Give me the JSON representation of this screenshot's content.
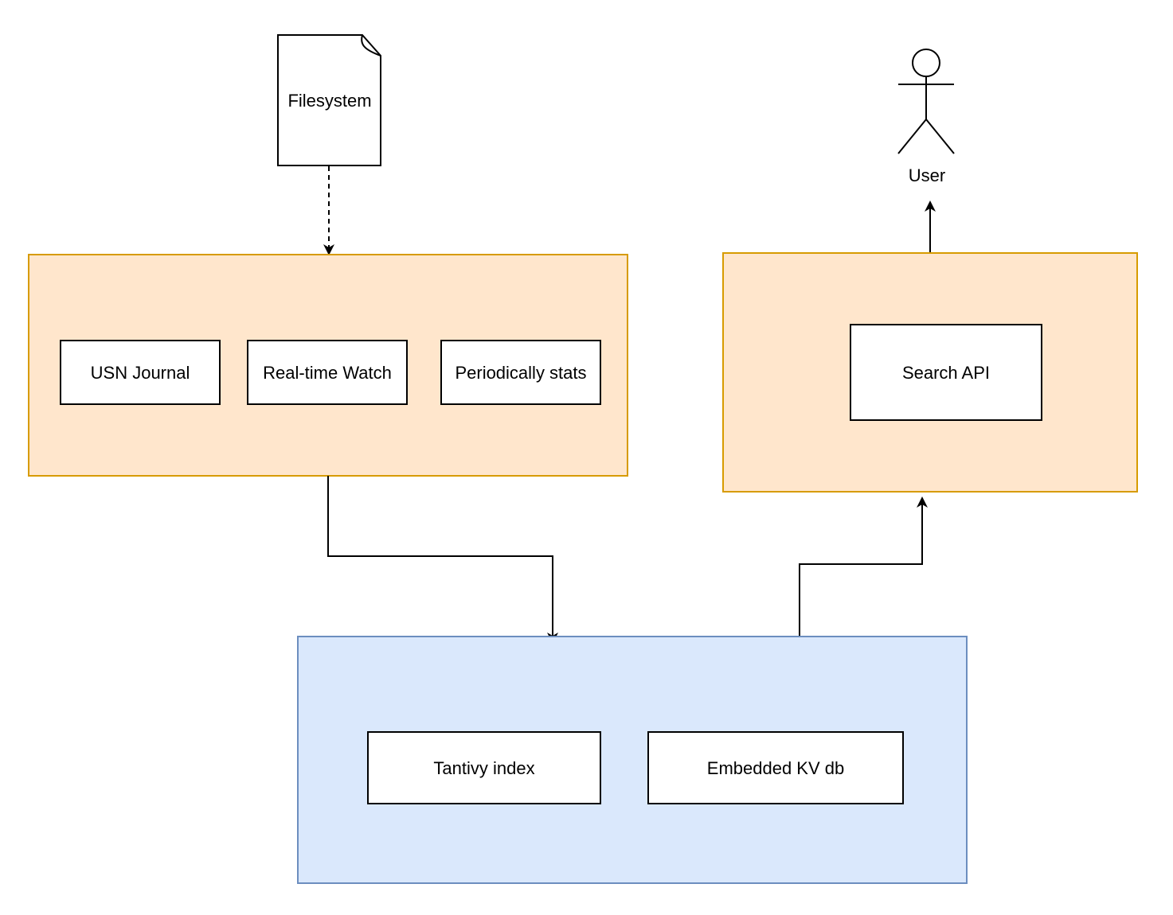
{
  "colors": {
    "orange_fill": "#ffe6cc",
    "orange_stroke": "#d79b00",
    "blue_fill": "#dae8fc",
    "blue_stroke": "#6c8ebf",
    "line": "#000000",
    "node_fill": "#ffffff"
  },
  "nodes": {
    "filesystem": "Filesystem",
    "usn_journal": "USN Journal",
    "realtime_watch": "Real-time Watch",
    "periodically_stats": "Periodically stats",
    "search_api": "Search API",
    "tantivy_index": "Tantivy index",
    "embedded_kv": "Embedded KV db",
    "user": "User"
  },
  "icons": {
    "filesystem": "document-icon",
    "user": "stick-figure-icon"
  }
}
